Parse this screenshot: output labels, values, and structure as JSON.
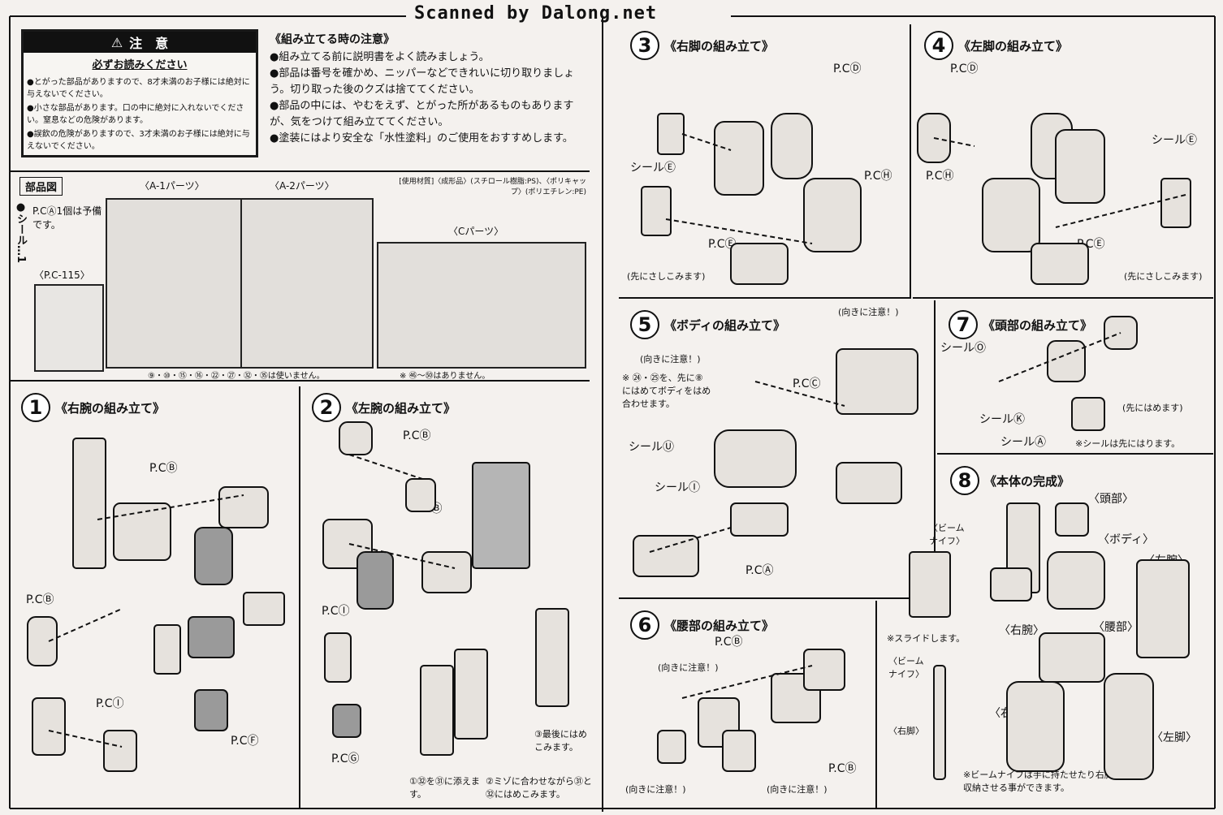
{
  "header": {
    "watermark": "Scanned by Dalong.net"
  },
  "caution": {
    "title": "注　意",
    "subtitle": "必ずお読みください",
    "items": [
      "●とがった部品がありますので、8才未満のお子様には絶対に与えないでください。",
      "●小さな部品があります。口の中に絶対に入れないでください。窒息などの危険があります。",
      "●誤飲の危険がありますので、3才未満のお子様には絶対に与えないでください。"
    ]
  },
  "notes": {
    "title": "《組み立てる時の注意》",
    "items": [
      "●組み立てる前に説明書をよく読みましょう。",
      "●部品は番号を確かめ、ニッパーなどできれいに切り取りましょう。切り取った後のクズは捨ててください。",
      "●部品の中には、やむをえず、とがった所があるものもありますが、気をつけて組み立ててください。",
      "●塗装にはより安全な「水性塗料」のご使用をおすすめします。"
    ]
  },
  "parts": {
    "title": "部品図",
    "seal_label": "●シール…1",
    "pc_note": "P.CⒶ1個は予備です。",
    "pc_sprue": "〈P.C-115〉",
    "a1": "〈A-1パーツ〉",
    "a2": "〈A-2パーツ〉",
    "c": "〈Cパーツ〉",
    "material": "[使用材質]〈成形品〉(スチロール樹脂:PS)、〈ポリキャップ〉(ポリエチレン:PE)",
    "unused": "⑨・⑩・⑮・⑯・㉒・㉗・㉜・㉟は使いません。",
    "missing": "※ ㊻〜㊿はありません。"
  },
  "sections": [
    {
      "num": "1",
      "title": "《右腕の組み立て》"
    },
    {
      "num": "2",
      "title": "《左腕の組み立て》"
    },
    {
      "num": "3",
      "title": "《右脚の組み立て》"
    },
    {
      "num": "4",
      "title": "《左脚の組み立て》"
    },
    {
      "num": "5",
      "title": "《ボディの組み立て》"
    },
    {
      "num": "6",
      "title": "《腰部の組み立て》"
    },
    {
      "num": "7",
      "title": "《頭部の組み立て》"
    },
    {
      "num": "8",
      "title": "《本体の完成》"
    }
  ],
  "labels": {
    "s1_pcB1": "P.CⒷ",
    "s1_pcB2": "P.CⒷ",
    "s1_pcI": "P.CⒾ",
    "s1_pcF": "P.CⒻ",
    "s2_pcB1": "P.CⒷ",
    "s2_pcB2": "P.CⒷ",
    "s2_pcI": "P.CⒾ",
    "s2_pcG": "P.CⒼ",
    "s2_note1": "①㉜を㉛に添えます。",
    "s2_note2": "②ミゾに合わせながら㉛と㉜にはめこみます。",
    "s2_note3": "③最後にはめこみます。",
    "s3_pcD": "P.CⒹ",
    "s3_pcH": "P.CⒽ",
    "s3_pcE": "P.CⒺ",
    "s3_seal": "シールⒺ",
    "s3_note": "(先にさしこみます)",
    "s4_pcD": "P.CⒹ",
    "s4_pcH": "P.CⒽ",
    "s4_pcE": "P.CⒺ",
    "s4_seal": "シールⒺ",
    "s4_note": "(先にさしこみます)",
    "s5_caution1": "(向きに注意！)",
    "s5_caution2": "(向きに注意！)",
    "s5_note": "※ ㉔・㉕を、先に⑧にはめてボディをはめ合わせます。",
    "s5_pcC": "P.CⒸ",
    "s5_sealU": "シールⓊ",
    "s5_sealI": "シールⒾ",
    "s5_pcA": "P.CⒶ",
    "s6_pcB1": "P.CⒷ",
    "s6_pcB2": "P.CⒷ",
    "s6_caution1": "(向きに注意！)",
    "s6_caution2": "(向きに注意！)",
    "s6_caution3": "(向きに注意！)",
    "s7_sealO": "シールⓄ",
    "s7_sealKa": "シールⓀ",
    "s7_sealA": "シールⒶ",
    "s7_note1": "(先にはめます)",
    "s7_note2": "※シールは先にはります。",
    "s8_head": "〈頭部〉",
    "s8_body": "〈ボディ〉",
    "s8_larm": "〈左腕〉",
    "s8_rarm": "〈右腕〉",
    "s8_waist": "〈腰部〉",
    "s8_rleg": "〈右脚〉",
    "s8_lleg": "〈左脚〉",
    "s8_knife": "〈ビームナイフ〉",
    "s8_knife2": "〈ビームナイフ〉",
    "s8_rleg2": "〈右脚〉",
    "s8_slide": "※スライドします。",
    "s8_note": "※ビームナイフは手に持たせたり右脚に収納させる事ができます。"
  },
  "colors": {
    "ink": "#111111",
    "paper": "#f7f5f2",
    "part_grey": "#bdbdbd"
  }
}
